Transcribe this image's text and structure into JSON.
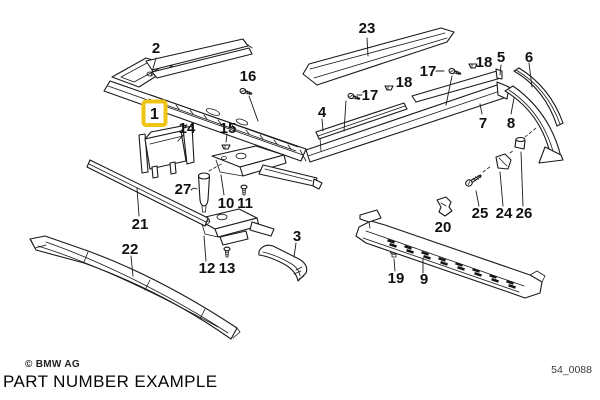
{
  "page": {
    "background": "#ffffff",
    "line_color": "#1a1a1a"
  },
  "footer": {
    "copyright": "© BMW AG",
    "caption": "PART NUMBER EXAMPLE",
    "diagram_code": "54_0088"
  },
  "highlight": {
    "part_number": "1",
    "box_color": "#F0C414"
  },
  "labels": {
    "l2": "2",
    "l3": "3",
    "l4": "4",
    "l5": "5",
    "l6": "6",
    "l7": "7",
    "l8": "8",
    "l9": "9",
    "l10": "10",
    "l11": "11",
    "l12": "12",
    "l13": "13",
    "l14": "14",
    "l15": "15",
    "l16": "16",
    "l17a": "17",
    "l17b": "17",
    "l18a": "18",
    "l18b": "18",
    "l19": "19",
    "l20": "20",
    "l21": "21",
    "l22": "22",
    "l23": "23",
    "l24": "24",
    "l25": "25",
    "l26": "26",
    "l27": "27"
  }
}
